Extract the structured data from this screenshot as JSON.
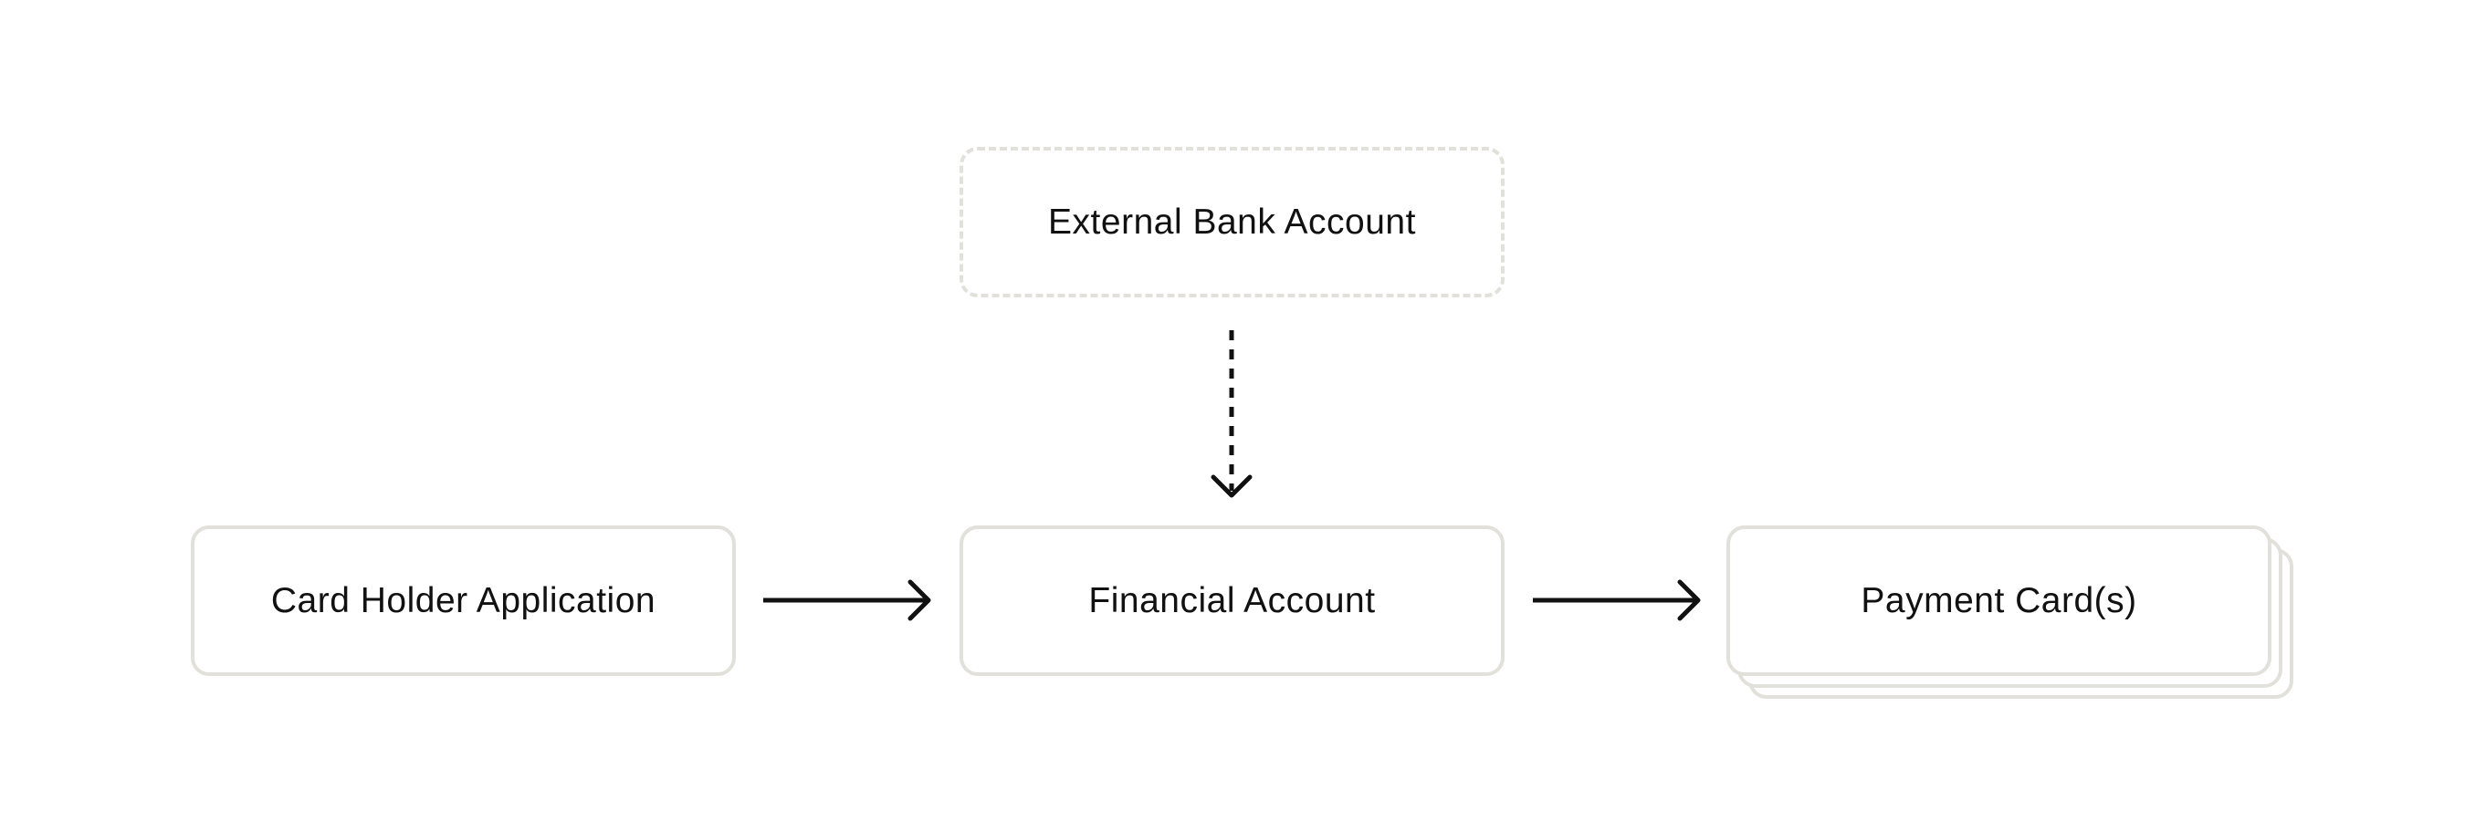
{
  "diagram": {
    "nodes": {
      "external_bank_account": "External Bank Account",
      "card_holder_application": "Card Holder Application",
      "financial_account": "Financial Account",
      "payment_cards": "Payment Card(s)"
    },
    "edges": [
      {
        "from": "card_holder_application",
        "to": "financial_account",
        "style": "solid"
      },
      {
        "from": "financial_account",
        "to": "payment_cards",
        "style": "solid"
      },
      {
        "from": "external_bank_account",
        "to": "financial_account",
        "style": "dotted"
      }
    ],
    "colors": {
      "box_border": "#e2e0da",
      "arrow": "#111111",
      "text": "#111111",
      "background": "#ffffff"
    }
  }
}
